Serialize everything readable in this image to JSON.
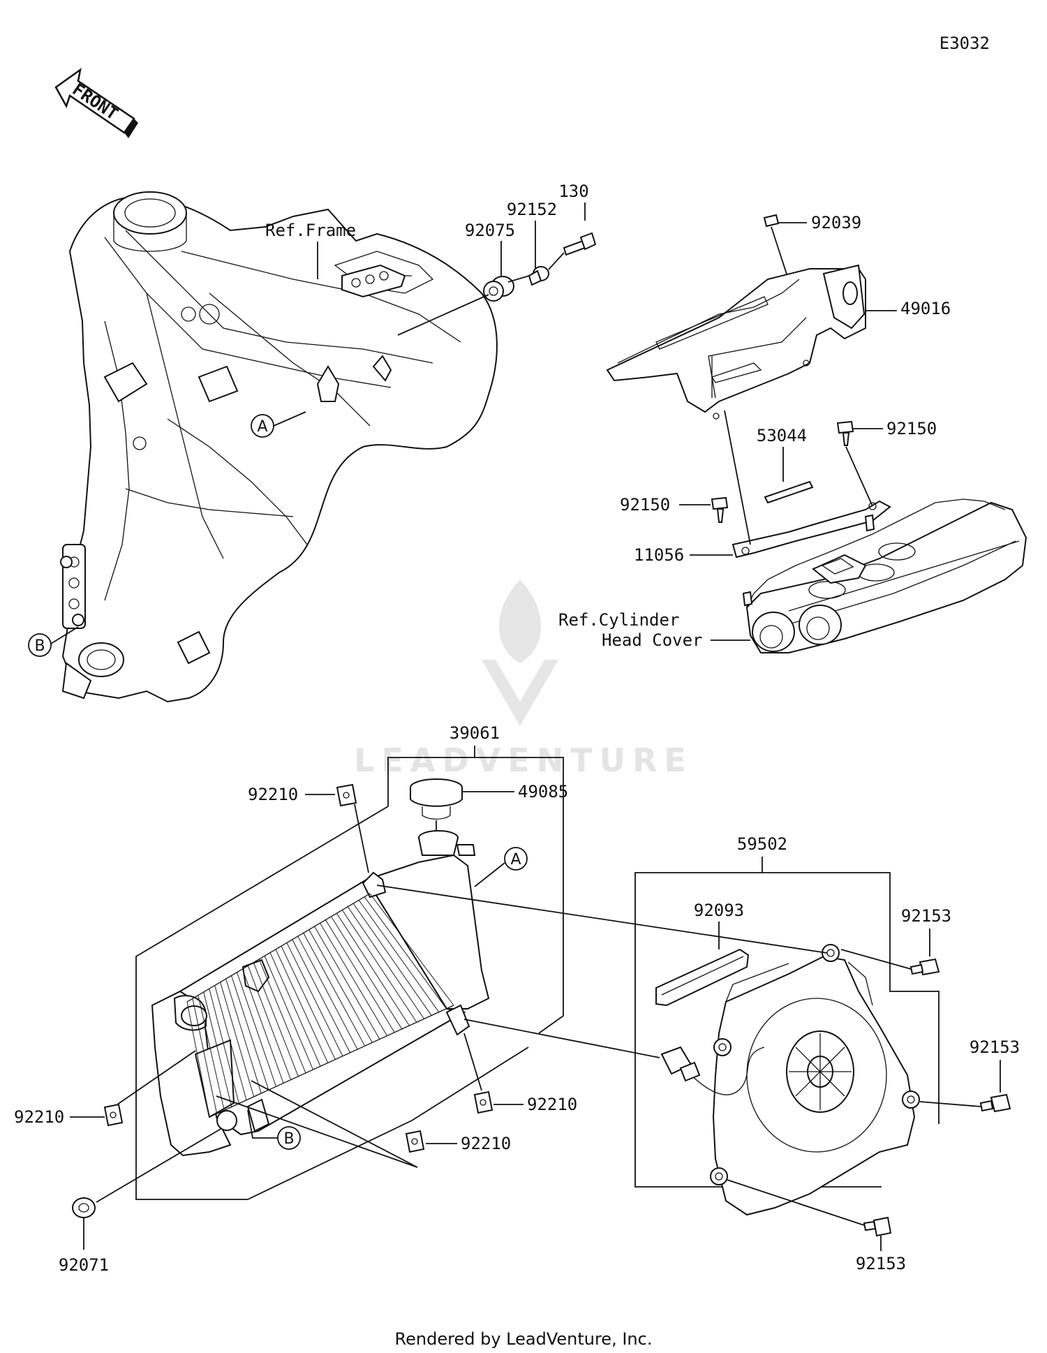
{
  "diagram_code": "E3032",
  "front_marker": "FRONT",
  "refs": {
    "frame": "Ref.Frame",
    "cylinder_line1": "Ref.Cylinder",
    "cylinder_line2": "Head Cover"
  },
  "callouts": {
    "a": "A",
    "b": "B"
  },
  "parts": {
    "p130": "130",
    "p92152": "92152",
    "p92075": "92075",
    "p92039": "92039",
    "p49016": "49016",
    "p92150_right": "92150",
    "p53044": "53044",
    "p92150_left": "92150",
    "p11056": "11056",
    "p39061": "39061",
    "p92210_top": "92210",
    "p49085": "49085",
    "p59502": "59502",
    "p92093": "92093",
    "p92153_top": "92153",
    "p92153_mid": "92153",
    "p92153_bottom": "92153",
    "p92210_left": "92210",
    "p92210_mid": "92210",
    "p92210_bottom": "92210",
    "p92071": "92071"
  },
  "watermark": "LEADVENTURE",
  "footer": "Rendered by LeadVenture, Inc."
}
